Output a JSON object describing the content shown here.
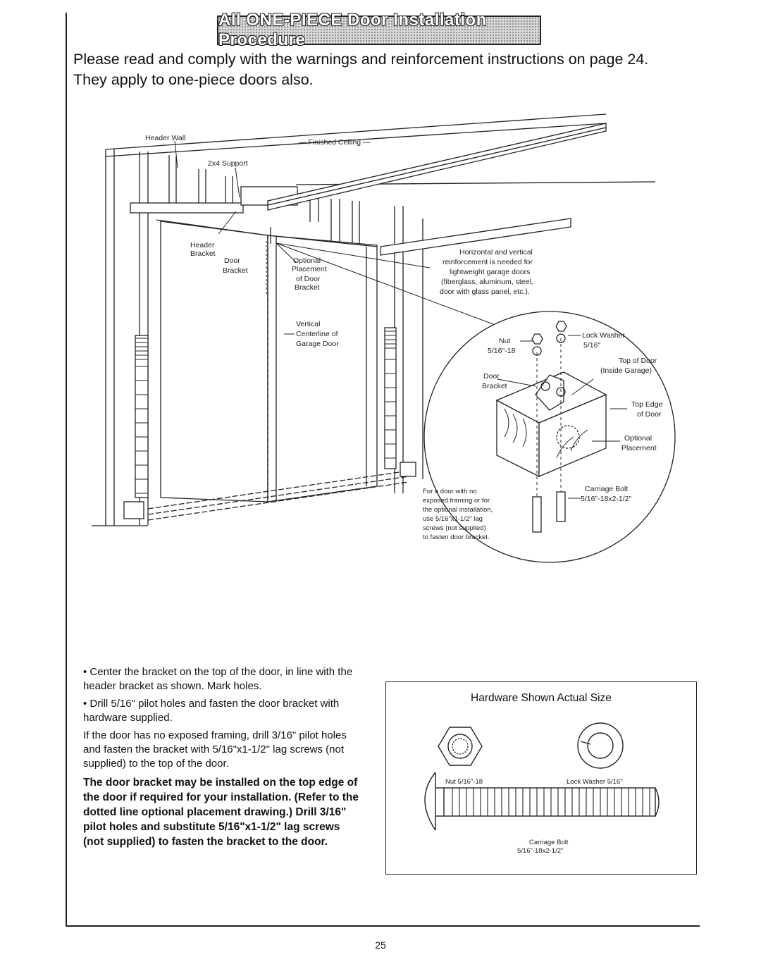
{
  "header": {
    "title": "All ONE-PIECE Door Installation Procedure"
  },
  "intro": {
    "line1": "Please read and comply with the warnings and reinforcement instructions on page 24.",
    "line2": "They apply to one-piece doors also."
  },
  "figure": {
    "labels": {
      "header_wall": "Header Wall",
      "finished_ceiling": "— Finished Ceiling —",
      "support_2x4": "2x4 Support",
      "header_bracket_1": "Header",
      "header_bracket_2": "Bracket",
      "door_bracket_1": "Door",
      "door_bracket_2": "Bracket",
      "optional_1": "Optional",
      "optional_2": "Placement",
      "optional_3": "of Door",
      "optional_4": "Bracket",
      "vertical_1": "Vertical",
      "vertical_2": "Centerline of",
      "vertical_3": "Garage Door",
      "reinforce_1": "Horizontal and vertical",
      "reinforce_2": "reinforcement is needed for",
      "reinforce_3": "lightweight garage doors",
      "reinforce_4": "(fiberglass, aluminum, steel,",
      "reinforce_5": "door with glass panel, etc.)."
    },
    "detail": {
      "nut": "Nut",
      "nut_size": "5/16\"-18",
      "lock_washer": "Lock Washer",
      "lock_washer_size": "5/16\"",
      "top_of_door_1": "Top of Door",
      "top_of_door_2": "(Inside Garage)",
      "door_bracket_1": "Door",
      "door_bracket_2": "Bracket",
      "top_edge_1": "Top Edge",
      "top_edge_2": "of Door",
      "optional_1": "Optional",
      "optional_2": "Placement",
      "carriage_bolt_1": "Carriage Bolt",
      "carriage_bolt_2": "5/16\"-18x2-1/2\"",
      "no_framing_1": "For a door with no",
      "no_framing_2": "exposed framing or for",
      "no_framing_3": "the optional installation,",
      "no_framing_4": "use 5/16\"x1-1/2\" lag",
      "no_framing_5": "screws (not supplied)",
      "no_framing_6": "to fasten door bracket."
    }
  },
  "instructions": {
    "bullet1": "• Center the bracket on the top of the door, in line with the header bracket as shown. Mark holes.",
    "bullet2": "• Drill 5/16\" pilot holes and fasten the door bracket with hardware supplied.",
    "para1": "If the door has no exposed framing, drill 3/16\" pilot holes and fasten the bracket with 5/16\"x1-1/2\" lag screws (not supplied) to the top of the door.",
    "para2": "The door bracket may be installed on the top edge of the door if required for your installation. (Refer to the dotted line optional placement drawing.) Drill 3/16\" pilot holes and substitute 5/16\"x1-1/2\" lag screws (not supplied) to fasten the bracket to the door."
  },
  "hardware": {
    "title": "Hardware Shown Actual Size",
    "nut_label": "Nut 5/16\"-18",
    "washer_label": "Lock Washer 5/16\"",
    "bolt_label_1": "Carriage Bolt",
    "bolt_label_2": "5/16\"-18x2-1/2\""
  },
  "footer": {
    "page_number": "25"
  }
}
